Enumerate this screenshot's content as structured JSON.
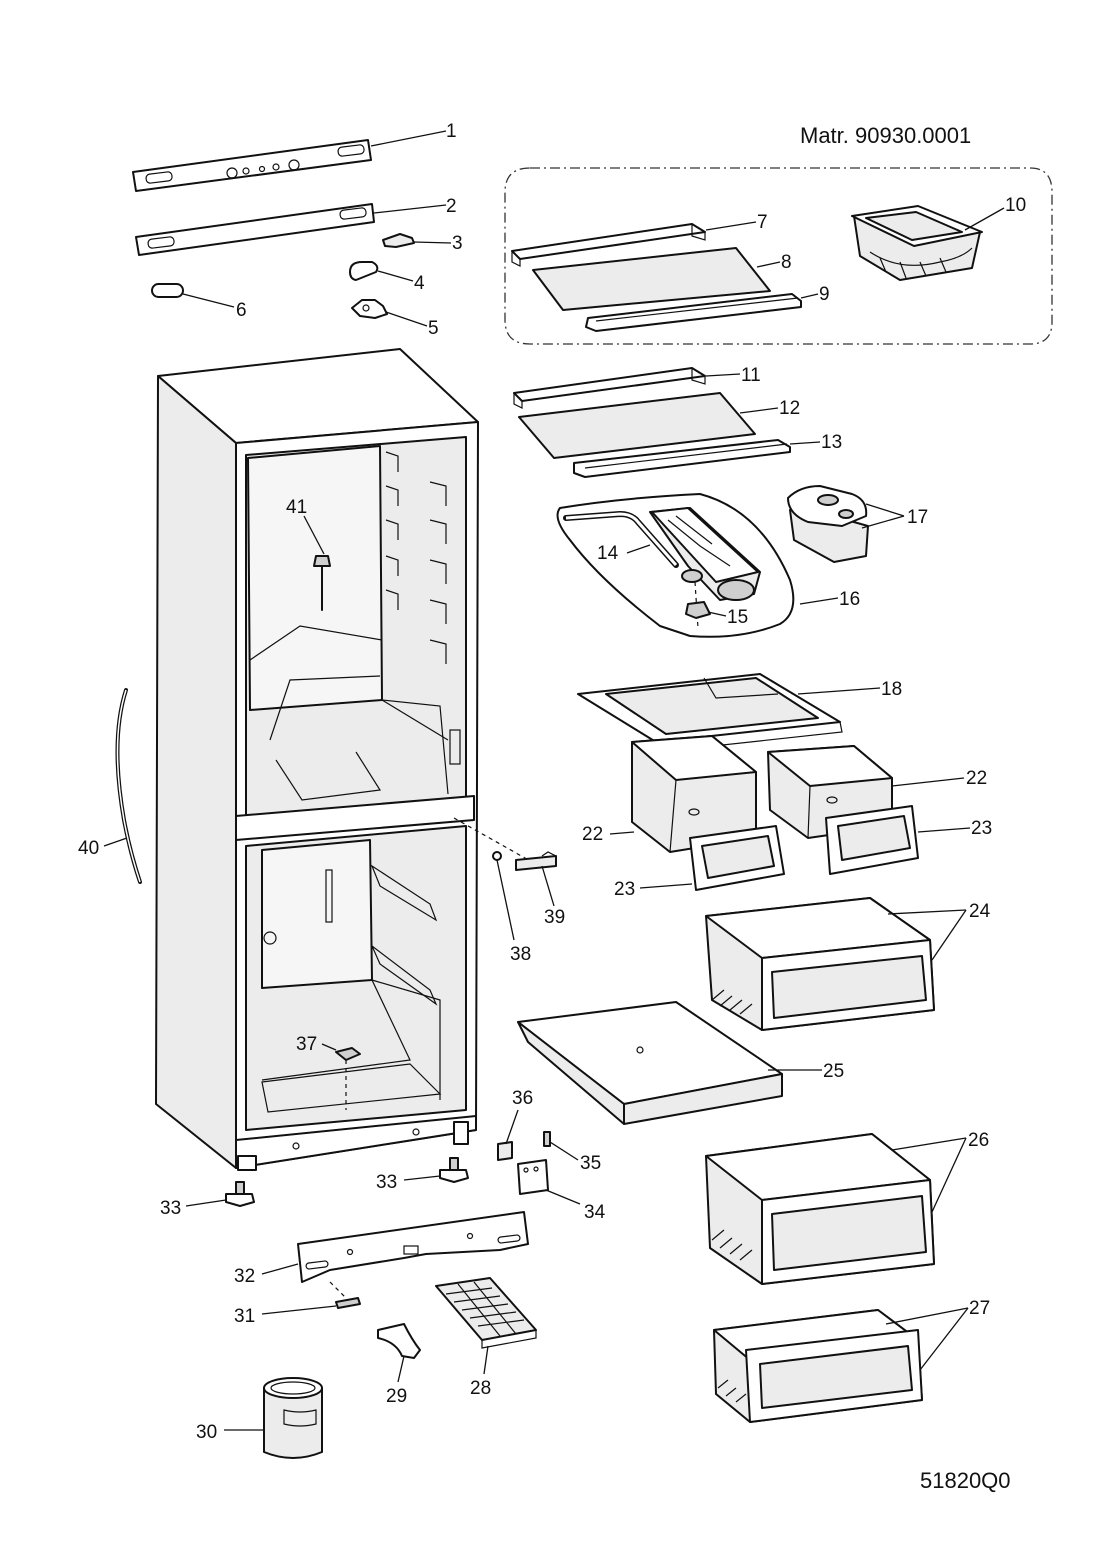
{
  "header": {
    "material_code": "Matr. 90930.0001",
    "drawing_code": "51820Q0"
  },
  "callouts": {
    "c1": "1",
    "c2": "2",
    "c3": "3",
    "c4": "4",
    "c5": "5",
    "c6": "6",
    "c7": "7",
    "c8": "8",
    "c9": "9",
    "c10": "10",
    "c11": "11",
    "c12": "12",
    "c13": "13",
    "c14": "14",
    "c15": "15",
    "c16": "16",
    "c17": "17",
    "c18": "18",
    "c22a": "22",
    "c22b": "22",
    "c23a": "23",
    "c23b": "23",
    "c24": "24",
    "c25": "25",
    "c26": "26",
    "c27": "27",
    "c28": "28",
    "c29": "29",
    "c30": "30",
    "c31": "31",
    "c32": "32",
    "c33a": "33",
    "c33b": "33",
    "c34": "34",
    "c35": "35",
    "c36": "36",
    "c37": "37",
    "c38": "38",
    "c39": "39",
    "c40": "40",
    "c41": "41"
  }
}
